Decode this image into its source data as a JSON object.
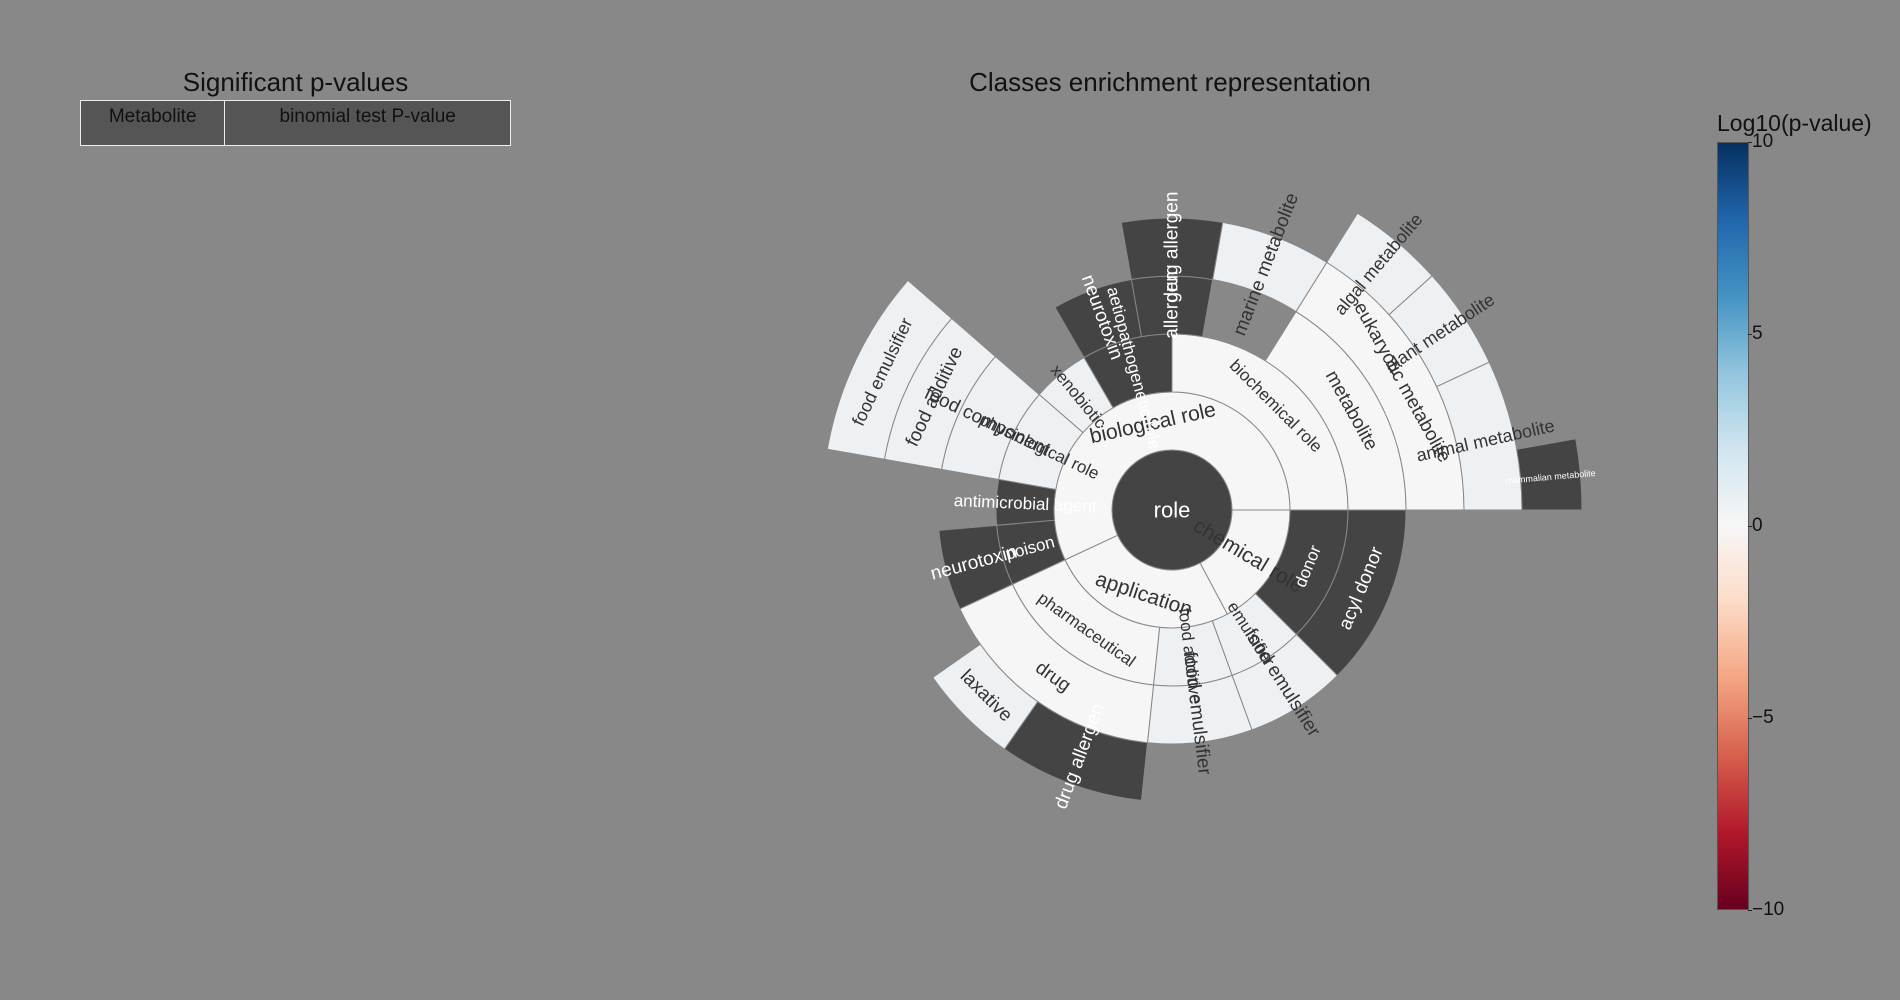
{
  "table": {
    "title": "Significant p-values",
    "columns": [
      "Metabolite",
      "binomial test P-value"
    ]
  },
  "chart_data": {
    "type": "sunburst",
    "title": "Classes enrichment representation",
    "colorbar": {
      "title": "Log10(p-value)",
      "ticks": [
        "10",
        "5",
        "0",
        "−5",
        "−10"
      ],
      "range": [
        -10,
        10
      ]
    },
    "colors": {
      "dark": "#444444",
      "light": "#f6f6f6",
      "pale": "#eef1f4",
      "border": "#888888"
    },
    "nodes": [
      {
        "label": "role",
        "ring": 0,
        "a0": 0,
        "a1": 360,
        "fill": "dark"
      },
      {
        "label": "biological role",
        "ring": 1,
        "a0": 155,
        "a1": 360,
        "fill": "light"
      },
      {
        "label": "application",
        "ring": 1,
        "a0": 62,
        "a1": 155,
        "fill": "light"
      },
      {
        "label": "chemical role",
        "ring": 1,
        "a0": 0,
        "a1": 62,
        "fill": "light"
      },
      {
        "label": "biochemical role",
        "ring": 2,
        "a0": 270,
        "a1": 360,
        "fill": "light"
      },
      {
        "label": "aetiopathogenetic role",
        "ring": 2,
        "a0": 240,
        "a1": 270,
        "fill": "dark"
      },
      {
        "label": "xenobiotic",
        "ring": 2,
        "a0": 221,
        "a1": 240,
        "fill": "pale"
      },
      {
        "label": "physiological role",
        "ring": 2,
        "a0": 190,
        "a1": 221,
        "fill": "pale"
      },
      {
        "label": "antimicrobial agent",
        "ring": 2,
        "a0": 175,
        "a1": 190,
        "fill": "dark"
      },
      {
        "label": "poison",
        "ring": 2,
        "a0": 155,
        "a1": 175,
        "fill": "dark"
      },
      {
        "label": "pharmaceutical",
        "ring": 2,
        "a0": 96,
        "a1": 155,
        "fill": "light"
      },
      {
        "label": "food additive",
        "ring": 2,
        "a0": 70,
        "a1": 96,
        "fill": "pale"
      },
      {
        "label": "emulsifier",
        "ring": 2,
        "a0": 45,
        "a1": 70,
        "fill": "pale"
      },
      {
        "label": "donor",
        "ring": 2,
        "a0": 0,
        "a1": 45,
        "fill": "dark"
      },
      {
        "label": "metabolite",
        "ring": 3,
        "a0": 302,
        "a1": 360,
        "fill": "light"
      },
      {
        "label": "allergen",
        "ring": 3,
        "a0": 260,
        "a1": 280,
        "fill": "dark"
      },
      {
        "label": "neurotoxin",
        "ring": 3,
        "a0": 240,
        "a1": 260,
        "fill": "dark"
      },
      {
        "label": "food component",
        "ring": 3,
        "a0": 190,
        "a1": 221,
        "fill": "pale"
      },
      {
        "label": "neurotoxin",
        "ring": 3,
        "a0": 155,
        "a1": 175,
        "fill": "dark"
      },
      {
        "label": "drug",
        "ring": 3,
        "a0": 96,
        "a1": 155,
        "fill": "light"
      },
      {
        "label": "food emulsifier",
        "ring": 3,
        "a0": 70,
        "a1": 96,
        "fill": "pale"
      },
      {
        "label": "food emulsifier",
        "ring": 3,
        "a0": 45,
        "a1": 70,
        "fill": "pale"
      },
      {
        "label": "acyl donor",
        "ring": 3,
        "a0": 0,
        "a1": 45,
        "fill": "dark"
      },
      {
        "label": "eukaryotic metabolite",
        "ring": 4,
        "a0": 302,
        "a1": 360,
        "fill": "light"
      },
      {
        "label": "marine metabolite",
        "ring": 4,
        "a0": 280,
        "a1": 302,
        "fill": "pale"
      },
      {
        "label": "drug allergen",
        "ring": 4,
        "a0": 260,
        "a1": 280,
        "fill": "dark"
      },
      {
        "label": "food additive",
        "ring": 4,
        "a0": 190,
        "a1": 221,
        "fill": "pale"
      },
      {
        "label": "laxative",
        "ring": 4,
        "a0": 125,
        "a1": 145,
        "fill": "pale"
      },
      {
        "label": "drug allergen",
        "ring": 4,
        "a0": 96,
        "a1": 125,
        "fill": "dark"
      },
      {
        "label": "animal metabolite",
        "ring": 5,
        "a0": 335,
        "a1": 360,
        "fill": "pale"
      },
      {
        "label": "plant metabolite",
        "ring": 5,
        "a0": 318,
        "a1": 335,
        "fill": "pale"
      },
      {
        "label": "algal metabolite",
        "ring": 5,
        "a0": 302,
        "a1": 318,
        "fill": "pale"
      },
      {
        "label": "food emulsifier",
        "ring": 5,
        "a0": 190,
        "a1": 221,
        "fill": "pale"
      },
      {
        "label": "mammalian metabolite",
        "ring": 6,
        "a0": 350,
        "a1": 360,
        "fill": "dark"
      }
    ]
  }
}
